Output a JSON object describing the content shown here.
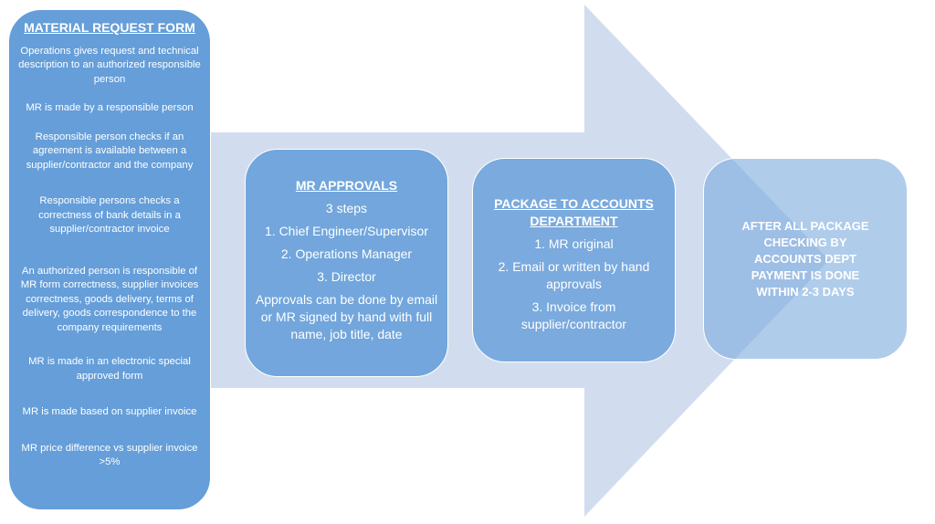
{
  "material_request": {
    "title": "MATERIAL REQUEST FORM",
    "items": [
      "Operations gives request and technical description to an authorized responsible person",
      "MR is made by a responsible person",
      "Responsible person checks if an agreement is available between a supplier/contractor and the company",
      "Responsible persons checks a correctness of bank details in a supplier/contractor invoice",
      "An authorized person is responsible of MR form correctness, supplier invoices correctness, goods delivery, terms of delivery, goods correspondence to the company requirements",
      "MR is made in an electronic special approved form",
      "MR is made based on supplier invoice",
      "MR price difference vs supplier invoice >5%"
    ]
  },
  "approvals": {
    "title": "MR APPROVALS",
    "lines": [
      "3 steps",
      "1. Chief Engineer/Supervisor",
      "2. Operations Manager",
      "3. Director",
      "Approvals can be done by email or MR signed by hand with full name, job title, date"
    ]
  },
  "package": {
    "title": "PACKAGE TO ACCOUNTS DEPARTMENT",
    "lines": [
      "1. MR original",
      "2. Email or written by hand approvals",
      "3. Invoice from supplier/contractor"
    ]
  },
  "payment": {
    "text": "AFTER ALL PACKAGE CHECKING BY ACCOUNTS DEPT PAYMENT IS DONE WITHIN 2-3 DAYS"
  },
  "colors": {
    "arrow": "#d1ddef",
    "box": "#659ed9"
  }
}
